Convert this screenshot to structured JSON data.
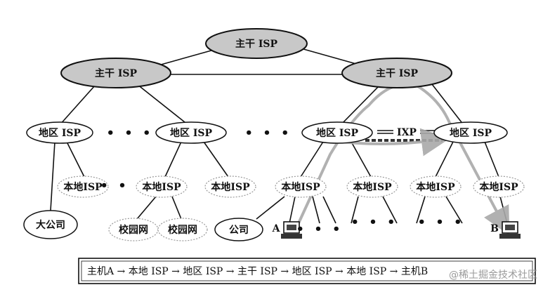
{
  "nodes": {
    "backbone_top": "主干 ISP",
    "backbone_left": "主干 ISP",
    "backbone_right": "主干 ISP",
    "regional_1": "地区 ISP",
    "regional_2": "地区 ISP",
    "regional_3": "地区 ISP",
    "regional_4": "地区 ISP",
    "local_1": "本地ISP",
    "local_2": "本地ISP",
    "local_3": "本地ISP",
    "local_4": "本地ISP",
    "local_5": "本地ISP",
    "local_6": "本地ISP",
    "local_7": "本地ISP",
    "big_company": "大公司",
    "campus_1": "校园网",
    "campus_2": "校园网",
    "company": "公司",
    "ixp": "IXP",
    "host_a": "A",
    "host_b": "B"
  },
  "ellipsis": "• • •",
  "ellipsis_small": "• • •",
  "path_caption": "主机A → 本地 ISP → 地区 ISP → 主干 ISP → 地区 ISP → 本地 ISP → 主机B",
  "watermark": "@稀土掘金技术社区",
  "colors": {
    "backbone_fill": "#c8c8c8",
    "path_arrow": "#a9a9a9",
    "stroke": "#111111"
  }
}
